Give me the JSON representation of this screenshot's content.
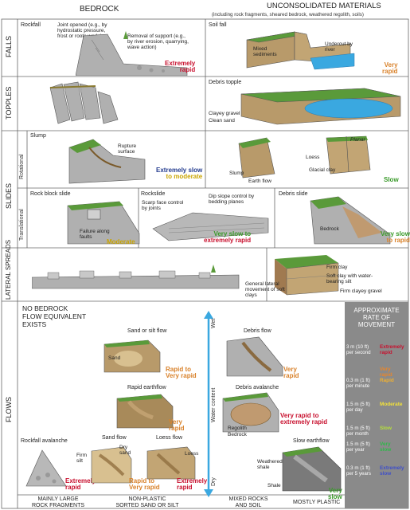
{
  "headers": {
    "bedrock": "BEDROCK",
    "unconsolidated": "UNCONSOLIDATED MATERIALS",
    "unconsolidated_sub": "(including rock fragments, sheared bedrock, weathered regolith, soils)"
  },
  "rows": {
    "falls": "FALLS",
    "topples": "TOPPLES",
    "slides": "SLIDES",
    "rotational": "Rotational",
    "translational": "Translational",
    "lateral": "LATERAL SPREADS",
    "flows": "FLOWS"
  },
  "falls": {
    "rockfall": "Rockfall",
    "joint_opened": "Joint opened (e.g., by hydrostatic pressure, frost or roots wedging",
    "removal": "Removal of support (e.g., by river erosion, quarrying, wave action)",
    "rate_bedrock": [
      "Extremely",
      "rapid"
    ],
    "soilfall": "Soil fall",
    "mixed": "Mixed sediments",
    "undercut": "Undercut by river",
    "rate_soil": [
      "Very",
      "rapid"
    ]
  },
  "topples": {
    "debris_topple": "Debris topple",
    "clayey_gravel": "Clayey gravel",
    "clean_sand": "Clean sand"
  },
  "slides": {
    "slump": "Slump",
    "rupture": "Rupture surface",
    "rate_slump": [
      "Extremely slow",
      "to moderate"
    ],
    "slump2": "Slump",
    "earthflow": "Earth flow",
    "planar": "Planar",
    "loess": "Loess",
    "glacial_clay": "Glacial clay",
    "rate_rot": "Slow",
    "rock_block": "Rock block slide",
    "failure": "Failure along faults",
    "rate_block": "Moderate",
    "rockslide": "Rockslide",
    "scarp": "Scarp face control by joints",
    "dip": "Dip slope control by bedding planes",
    "rate_rockslide": [
      "Very slow to",
      "extremely rapid"
    ],
    "debris_slide": "Debris slide",
    "bedrock": "Bedrock",
    "rate_debris": [
      "Very slow",
      "to rapid"
    ]
  },
  "lateral": {
    "firm_clay": "Firm clay",
    "soft_clay": "Soft clay with water-bearing silt",
    "firm_gravel": "Firm clayey gravel",
    "general": "General lateral movement of soft clays"
  },
  "flows": {
    "no_bedrock": [
      "NO BEDROCK",
      "FLOW EQUIVALENT",
      "EXISTS"
    ],
    "sand_silt": "Sand or silt flow",
    "sand": "Sand",
    "rate_sandsilt": [
      "Rapid to",
      "Very rapid"
    ],
    "rapid_earthflow": "Rapid earthflow",
    "rate_rapid_earth": [
      "Very",
      "rapid"
    ],
    "debris_flow": "Debris flow",
    "rate_debrisflow": [
      "Very",
      "rapid"
    ],
    "wet": "Wet",
    "water_content": "Water content",
    "dry": "Dry",
    "debris_avalanche": "Debris avalanche",
    "regolith": "Regolith",
    "bedrock": "Bedrock",
    "rate_avalanche": [
      "Very rapid to",
      "extremely rapid"
    ],
    "rockfall_av": "Rockfall avalanche",
    "rate_rockfall_av": [
      "Extremely",
      "rapid"
    ],
    "sand_flow": "Sand flow",
    "dry_sand": "Dry sand",
    "firm_silt": "Firm silt",
    "rate_sandflow": [
      "Rapid to",
      "Very rapid"
    ],
    "loess_flow": "Loess flow",
    "loess": "Loess",
    "rate_loess": [
      "Extremely",
      "rapid"
    ],
    "slow_earthflow": "Slow earthflow",
    "weathered": "Weathered shale",
    "shale": "Shale",
    "rate_slowearth": [
      "Very",
      "slow"
    ]
  },
  "footer": {
    "c1": [
      "MAINLY LARGE",
      "ROCK FRAGMENTS"
    ],
    "c2": [
      "NON-PLASTIC",
      "SORTED SAND OR SILT"
    ],
    "c3": [
      "MIXED ROCKS",
      "AND SOIL"
    ],
    "c4": "MOSTLY PLASTIC"
  },
  "legend": {
    "title": [
      "APPROXIMATE",
      "RATE OF",
      "MOVEMENT"
    ],
    "items": [
      {
        "speed": [
          "3 m (10 ft)",
          "per second"
        ],
        "rate": [
          "Extremely",
          "rapid"
        ],
        "color": "#c8102e"
      },
      {
        "speed": [],
        "rate": [
          "Very",
          "rapid"
        ],
        "color": "#e8862b"
      },
      {
        "speed": [
          "0.3 m (1 ft)",
          "per minute"
        ],
        "rate": [
          "Rapid"
        ],
        "color": "#f0b030"
      },
      {
        "speed": [
          "1.5 m (5 ft)",
          "per day"
        ],
        "rate": [
          "Moderate"
        ],
        "color": "#f2e23a"
      },
      {
        "speed": [
          "1.5 m (5 ft)",
          "per month"
        ],
        "rate": [
          "Slow"
        ],
        "color": "#b5e03a"
      },
      {
        "speed": [
          "1.5 m (5 ft)",
          "per year"
        ],
        "rate": [
          "Very",
          "slow"
        ],
        "color": "#2fb84a"
      },
      {
        "speed": [
          "0.3 m (1 ft)",
          "per 5 years"
        ],
        "rate": [
          "Extremely",
          "slow"
        ],
        "color": "#3f4fc8"
      }
    ]
  },
  "colors": {
    "grass": "#5a9a3a",
    "water": "#3aa8e0",
    "rock": "#a8a8a8",
    "sediment": "#b89a6a"
  }
}
